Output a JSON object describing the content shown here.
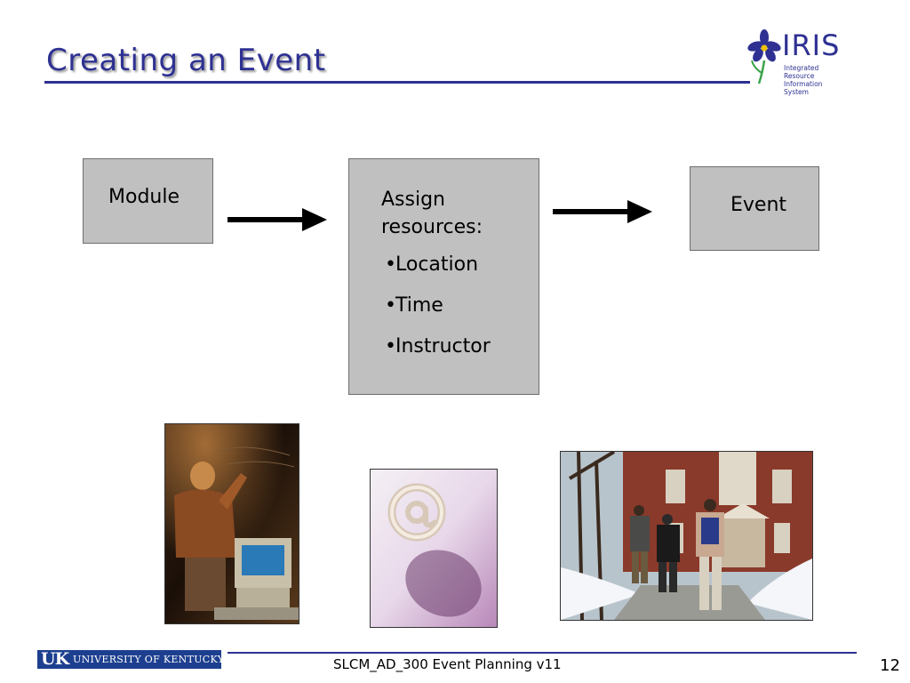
{
  "slide": {
    "title": "Creating an Event",
    "page_number": "12",
    "footer_text": "SLCM_AD_300 Event Planning v11"
  },
  "logo": {
    "name": "IRIS",
    "subtitle_line1": "Integrated Resource",
    "subtitle_line2": "Information System"
  },
  "university_logo": {
    "mark": "UK",
    "text": "UNIVERSITY OF KENTUCKY"
  },
  "flow": {
    "module_label": "Module",
    "resources_heading": "Assign resources:",
    "resources_items": [
      "Location",
      "Time",
      "Instructor"
    ],
    "event_label": "Event"
  },
  "colors": {
    "title": "#2e3192",
    "box_fill": "#c0c0c0",
    "rule": "#2e3192"
  },
  "icons": [
    "iris-flower-icon",
    "arrow-right-icon"
  ]
}
